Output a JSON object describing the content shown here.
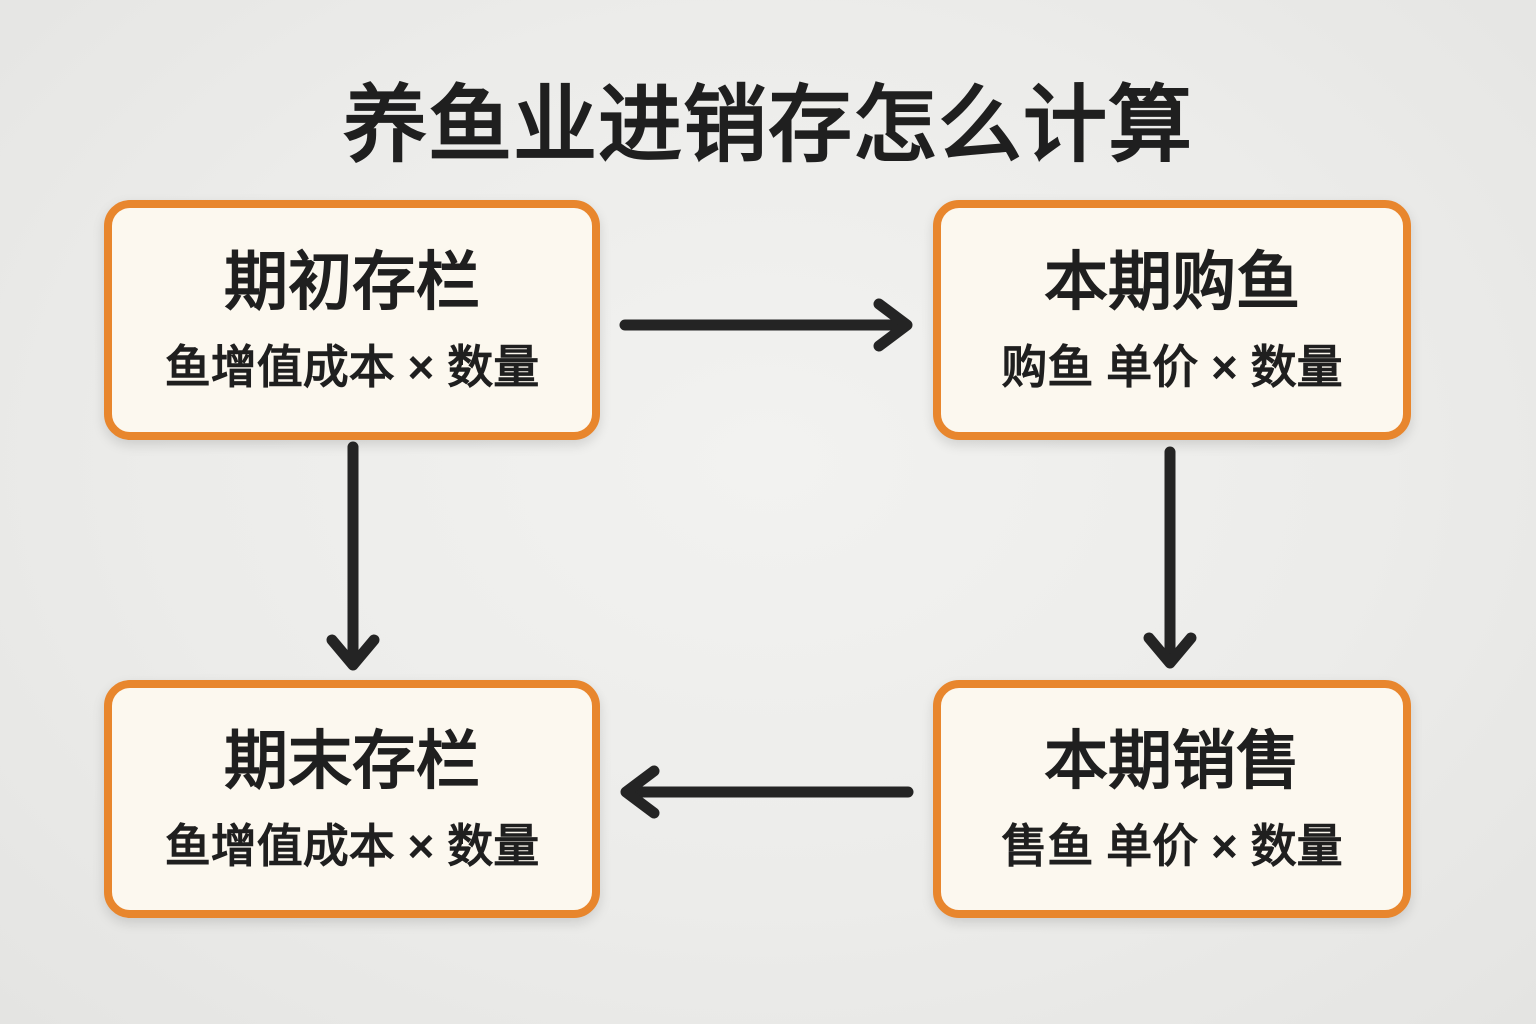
{
  "title": "养鱼业进销存怎么计算",
  "colors": {
    "background": "#ECECEA",
    "box_fill": "#FCF8EF",
    "box_border": "#E8862D",
    "text": "#1F1F1F",
    "arrow": "#242424"
  },
  "nodes": {
    "opening_stock": {
      "label": "期初存栏",
      "formula": "鱼增值成本 × 数量"
    },
    "current_purchase": {
      "label": "本期购鱼",
      "formula": "购鱼 单价 × 数量"
    },
    "current_sales": {
      "label": "本期销售",
      "formula": "售鱼 单价 × 数量"
    },
    "closing_stock": {
      "label": "期末存栏",
      "formula": "鱼增值成本 × 数量"
    }
  },
  "edges": [
    {
      "from": "opening_stock",
      "to": "current_purchase"
    },
    {
      "from": "current_purchase",
      "to": "current_sales"
    },
    {
      "from": "current_sales",
      "to": "closing_stock"
    },
    {
      "from": "opening_stock",
      "to": "closing_stock"
    }
  ]
}
